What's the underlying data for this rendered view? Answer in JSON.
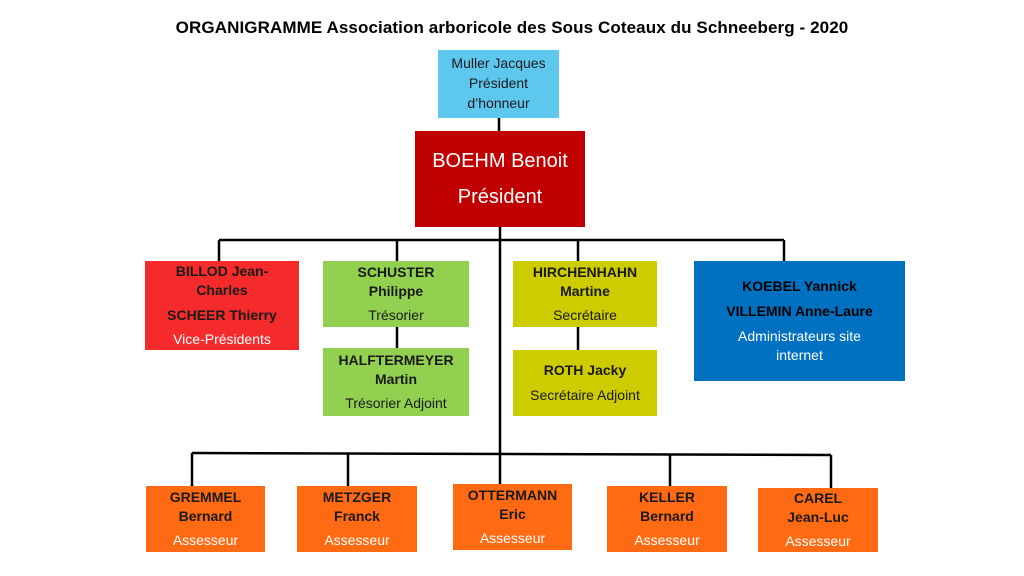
{
  "title": "ORGANIGRAMME Association arboricole des Sous Coteaux du Schneeberg - 2020",
  "honorary": {
    "name": "Muller Jacques",
    "role_line1": "Président",
    "role_line2": "d’honneur",
    "color": "#5dc7ee"
  },
  "president": {
    "name": "BOEHM Benoit",
    "role": "Président",
    "color": "#c00000"
  },
  "vice_presidents": {
    "name1_line1": "BILLOD Jean-",
    "name1_line2": "Charles",
    "name2": "SCHEER Thierry",
    "role": "Vice-Présidents",
    "color": "#f52b2b"
  },
  "treasurer": {
    "name_line1": "SCHUSTER",
    "name_line2": "Philippe",
    "role": "Trésorier",
    "color": "#92d050"
  },
  "treasurer_deputy": {
    "name_line1": "HALFTERMEYER",
    "name_line2": "Martin",
    "role": "Trésorier Adjoint"
  },
  "secretary": {
    "name_line1": "HIRCHENHAHN",
    "name_line2": "Martine",
    "role": "Secrétaire",
    "color": "#cccc00"
  },
  "secretary_deputy": {
    "name": "ROTH Jacky",
    "role": "Secrétaire Adjoint"
  },
  "web_admins": {
    "name1": "KOEBEL Yannick",
    "name2": "VILLEMIN Anne-Laure",
    "role_line1": "Administrateurs site",
    "role_line2": "internet",
    "color": "#0070c0"
  },
  "assessors": [
    {
      "name_line1": "GREMMEL",
      "name_line2": "Bernard",
      "role": "Assesseur"
    },
    {
      "name_line1": "METZGER",
      "name_line2": "Franck",
      "role": "Assesseur"
    },
    {
      "name_line1": "OTTERMANN",
      "name_line2": "Eric",
      "role": "Assesseur"
    },
    {
      "name_line1": "KELLER",
      "name_line2": "Bernard",
      "role": "Assesseur"
    },
    {
      "name_line1": "CAREL",
      "name_line2": "Jean-Luc",
      "role": "Assesseur"
    }
  ],
  "assessor_color": "#ff6a13"
}
